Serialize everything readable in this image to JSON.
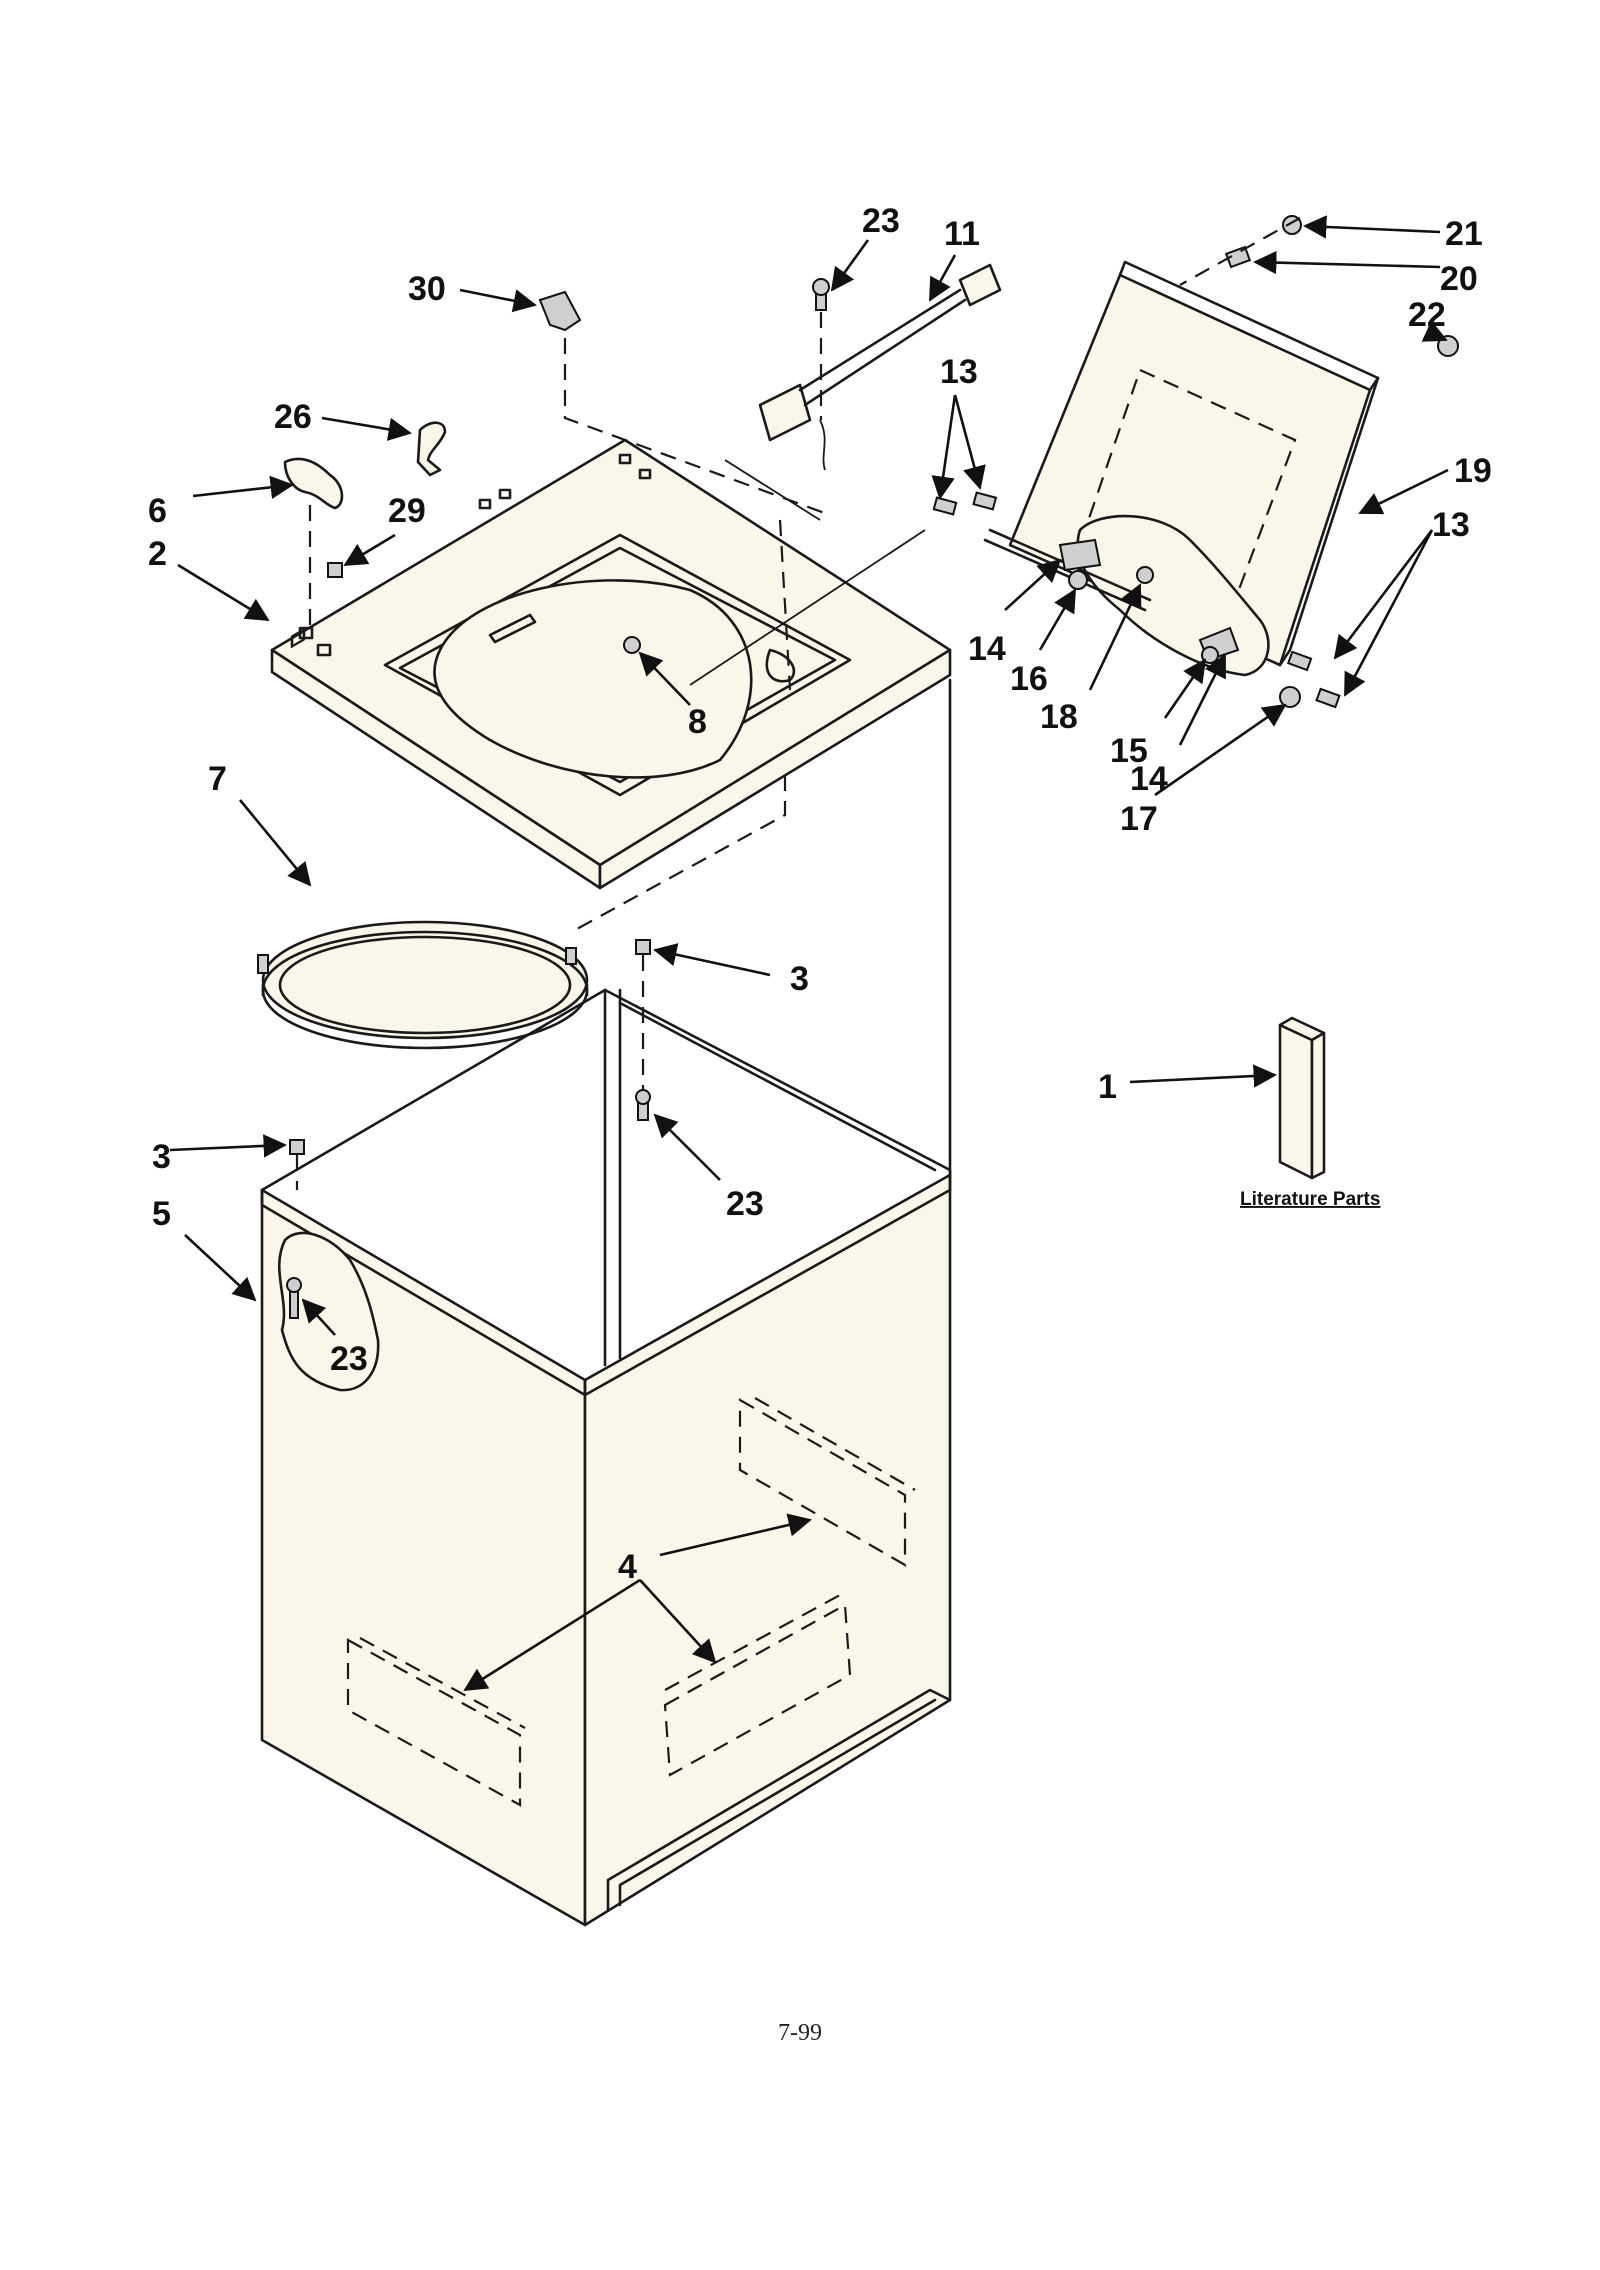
{
  "callouts": {
    "c1": "1",
    "c2": "2",
    "c3a": "3",
    "c3b": "3",
    "c4": "4",
    "c5": "5",
    "c6": "6",
    "c7": "7",
    "c8": "8",
    "c11": "11",
    "c13a": "13",
    "c13b": "13",
    "c14a": "14",
    "c14b": "14",
    "c15": "15",
    "c16": "16",
    "c17": "17",
    "c18": "18",
    "c19": "19",
    "c20": "20",
    "c21": "21",
    "c22": "22",
    "c23a": "23",
    "c23b": "23",
    "c23c": "23",
    "c26": "26",
    "c29": "29",
    "c30": "30"
  },
  "literature_label": "Literature Parts",
  "page_number": "7-99"
}
